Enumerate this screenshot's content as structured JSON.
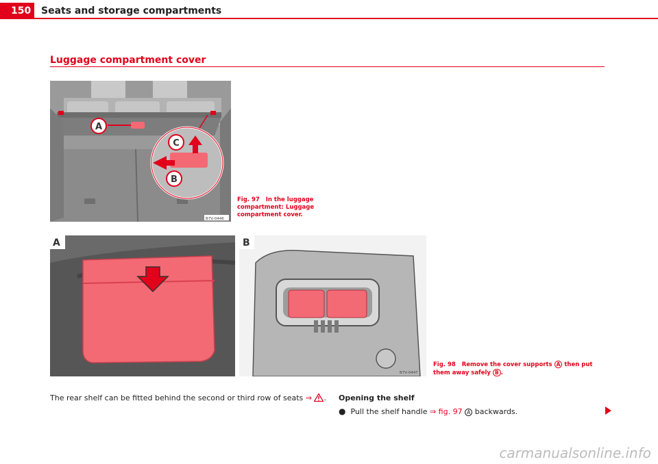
{
  "header": {
    "page_number": "150",
    "title": "Seats and storage compartments"
  },
  "section": {
    "title": "Luggage compartment cover"
  },
  "figure97": {
    "callouts": [
      "A",
      "B",
      "C"
    ],
    "image_code": "B7V-0446",
    "caption_num": "Fig. 97",
    "caption_text": "In the luggage compartment: Luggage compartment cover."
  },
  "figure98": {
    "panel_labels": [
      "A",
      "B"
    ],
    "image_code": "B7V-0447",
    "caption_num": "Fig. 98",
    "caption_text": "Remove the cover supports",
    "caption_badge_a": "A",
    "caption_mid": "then put them away safely",
    "caption_badge_b": "B",
    "caption_end": "."
  },
  "body": {
    "intro_text": "The rear shelf can be fitted behind the second or third row of seats",
    "intro_arrow": "⇒",
    "intro_end": ".",
    "opening_title": "Opening the shelf",
    "bullet_text": "Pull the shelf handle",
    "bullet_link": "⇒ fig. 97",
    "bullet_badge": "A",
    "bullet_end": "backwards."
  },
  "colors": {
    "accent": "#e2001a",
    "highlight_part": "#f36a74"
  },
  "icons": {
    "warning": "warning-triangle-icon",
    "next_page": "next-page-arrow-icon"
  },
  "watermark": "carmanualsonline.info"
}
